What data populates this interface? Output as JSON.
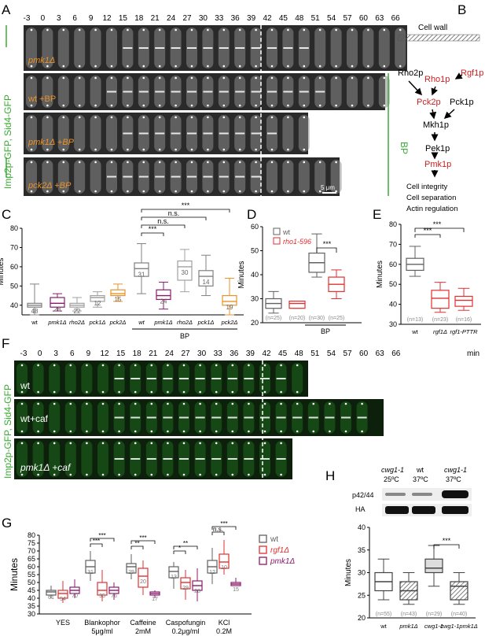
{
  "panel_letters": [
    "A",
    "B",
    "C",
    "D",
    "E",
    "F",
    "G",
    "H"
  ],
  "panelA": {
    "timepoints": [
      "-3",
      "0",
      "3",
      "6",
      "9",
      "12",
      "15",
      "18",
      "21",
      "24",
      "27",
      "30",
      "33",
      "36",
      "39",
      "42",
      "45",
      "48",
      "51",
      "54",
      "57",
      "60",
      "63",
      "66"
    ],
    "row_labels": [
      "pmk1Δ",
      "wt +BP",
      "pmk1Δ +BP",
      "pck2Δ +BP"
    ],
    "side_label": "Imp2p-GFP, Sid4-GFP",
    "bp_label": "BP",
    "scale_bar": "5 μm"
  },
  "panelB": {
    "cell_wall": "Cell wall",
    "nodes": [
      "Rho2p",
      "Rho1p",
      "Rgf1p",
      "Pck2p",
      "Pck1p",
      "Mkh1p",
      "Pek1p",
      "Pmk1p"
    ],
    "outputs": [
      "Cell integrity",
      "Cell separation",
      "Actin regulation"
    ],
    "red_color": "#cc1f1f"
  },
  "chart_data": [
    {
      "panel": "C",
      "type": "box",
      "ylabel": "Minutes",
      "ylim": [
        35,
        80
      ],
      "yticks": [
        40,
        50,
        60,
        70,
        80
      ],
      "categories": [
        "wt",
        "pmk1Δ",
        "rho2Δ",
        "pck1Δ",
        "pck2Δ",
        "wt",
        "pmk1Δ",
        "rho2Δ",
        "pck1Δ",
        "pck2Δ"
      ],
      "group_label": "BP",
      "medians": [
        48,
        28,
        22,
        12,
        15,
        31,
        24,
        30,
        14,
        19
      ],
      "box_q1": [
        39,
        39,
        39,
        42,
        45,
        55,
        43,
        53,
        50,
        40
      ],
      "box_q3": [
        41,
        44,
        41,
        45,
        48,
        62,
        48,
        63,
        58,
        45
      ],
      "box_median": [
        40,
        41,
        40,
        44,
        46,
        59,
        45,
        60,
        55,
        42
      ],
      "box_min": [
        35,
        37,
        37,
        39,
        42,
        46,
        38,
        47,
        45,
        35
      ],
      "box_max": [
        51,
        46,
        44,
        47,
        51,
        72,
        52,
        69,
        66,
        54
      ],
      "colors": [
        "#808080",
        "#8b1a6b",
        "#a0a0a0",
        "#a0a0a0",
        "#e8922a",
        "#808080",
        "#8b1a6b",
        "#a0a0a0",
        "#808080",
        "#e8922a"
      ],
      "significance": [
        "***",
        "n.s.",
        "n.s.",
        "***"
      ]
    },
    {
      "panel": "D",
      "type": "box",
      "ylabel": "Minutes",
      "ylim": [
        20,
        60
      ],
      "yticks": [
        20,
        30,
        40,
        50,
        60
      ],
      "legend": [
        "wt",
        "rho1-596"
      ],
      "series_colors": [
        "#606060",
        "#e03030"
      ],
      "counts": [
        "(n=25)",
        "(n=20)",
        "(n=30)",
        "(n=25)"
      ],
      "group_label": "BP",
      "box_min": [
        24,
        26,
        39,
        30
      ],
      "box_q1": [
        26,
        26,
        41,
        33
      ],
      "box_median": [
        28,
        28,
        45,
        36
      ],
      "box_q3": [
        30,
        29,
        49,
        39
      ],
      "box_max": [
        33,
        29,
        57,
        42
      ],
      "significance": [
        "***"
      ]
    },
    {
      "panel": "E",
      "type": "box",
      "ylabel": "Minutes",
      "ylim": [
        30,
        80
      ],
      "yticks": [
        30,
        40,
        50,
        60,
        70,
        80
      ],
      "categories": [
        "wt",
        "rgf1Δ",
        "rgf1-PTTR"
      ],
      "counts": [
        "(n=13)",
        "(n=23)",
        "(n=16)"
      ],
      "colors": [
        "#606060",
        "#e03030",
        "#e03030"
      ],
      "box_min": [
        54,
        36,
        37
      ],
      "box_q1": [
        57,
        38,
        39
      ],
      "box_median": [
        60,
        43,
        42
      ],
      "box_q3": [
        63,
        47,
        44
      ],
      "box_max": [
        69,
        51,
        48
      ],
      "significance": [
        "***",
        "***"
      ]
    },
    {
      "panel": "G",
      "type": "box",
      "ylabel": "Minutes",
      "ylim": [
        30,
        80
      ],
      "yticks": [
        30,
        35,
        40,
        45,
        50,
        55,
        60,
        65,
        70,
        75,
        80
      ],
      "categories": [
        "YES",
        "Blankophor",
        "Caffeine",
        "Caspofungin",
        "KCl"
      ],
      "category_sub": [
        "",
        "5μg/ml",
        "2mM",
        "0.2μg/ml",
        "0.2M"
      ],
      "legend": [
        "wt",
        "rgf1Δ",
        "pmk1Δ"
      ],
      "series_colors": [
        "#606060",
        "#e03030",
        "#8b1a6b"
      ],
      "medians_labels": [
        [
          "61",
          "54",
          "70"
        ],
        [
          "31",
          "35",
          "76"
        ],
        [
          "29",
          "20",
          "17"
        ],
        [
          "13",
          "29",
          "28"
        ],
        [
          "12",
          "10",
          "15"
        ]
      ],
      "box_min": [
        [
          40,
          37,
          40
        ],
        [
          51,
          38,
          39
        ],
        [
          52,
          42,
          40
        ],
        [
          46,
          39,
          38
        ],
        [
          49,
          55,
          49
        ]
      ],
      "box_q1": [
        [
          42,
          40,
          43
        ],
        [
          56,
          42,
          43
        ],
        [
          56,
          47,
          42
        ],
        [
          53,
          46,
          45
        ],
        [
          56,
          59,
          48
        ]
      ],
      "box_median": [
        [
          44,
          43,
          45
        ],
        [
          60,
          45,
          45
        ],
        [
          60,
          54,
          43
        ],
        [
          57,
          50,
          48
        ],
        [
          60,
          63,
          49
        ]
      ],
      "box_q3": [
        [
          45,
          45,
          47
        ],
        [
          64,
          50,
          47
        ],
        [
          62,
          59,
          44
        ],
        [
          60,
          53,
          51
        ],
        [
          64,
          68,
          50
        ]
      ],
      "box_max": [
        [
          48,
          51,
          52
        ],
        [
          70,
          58,
          50
        ],
        [
          68,
          64,
          45
        ],
        [
          63,
          58,
          59
        ],
        [
          72,
          77,
          53
        ]
      ],
      "significance": [
        "***",
        "***",
        "**",
        "***",
        "*",
        "**",
        "n.s.",
        "***"
      ]
    },
    {
      "panel": "H",
      "type": "box",
      "ylabel": "Minutes",
      "ylim": [
        20,
        40
      ],
      "yticks": [
        20,
        25,
        30,
        35,
        40
      ],
      "categories": [
        "wt",
        "pmk1Δ",
        "cwg1-1",
        "cwg1-1pmk1Δ"
      ],
      "counts": [
        "(n=55)",
        "(n=43)",
        "(n=29)",
        "(n=40)"
      ],
      "box_min": [
        24,
        23,
        27,
        23
      ],
      "box_q1": [
        26,
        24,
        30,
        24
      ],
      "box_median": [
        28,
        26,
        31,
        27
      ],
      "box_q3": [
        30,
        28,
        33,
        28
      ],
      "box_max": [
        33,
        30,
        36,
        30
      ],
      "significance": [
        "***"
      ]
    }
  ],
  "panelF": {
    "timepoints": [
      "-3",
      "0",
      "3",
      "6",
      "9",
      "12",
      "15",
      "18",
      "21",
      "24",
      "27",
      "30",
      "33",
      "36",
      "39",
      "42",
      "45",
      "48",
      "51",
      "54",
      "57",
      "60",
      "63",
      "66"
    ],
    "unit": "min",
    "row_labels": [
      "wt",
      "wt+caf",
      "pmk1Δ +caf"
    ],
    "side_label": "Imp2p-GFP, Sid4-GFP"
  },
  "panelH_blot": {
    "headers": [
      [
        "cwg1-1",
        "25ºC"
      ],
      [
        "wt",
        "37ºC"
      ],
      [
        "cwg1-1",
        "37ºC"
      ]
    ],
    "row_labels": [
      "p42/44",
      "HA"
    ]
  }
}
